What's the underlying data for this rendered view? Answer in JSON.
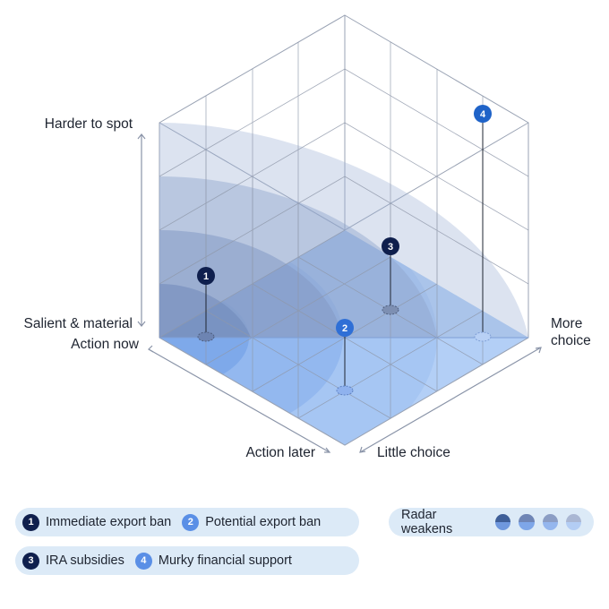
{
  "axes": {
    "vertical_top": "Harder to spot",
    "vertical_bottom": "Salient & material",
    "left_top": "Action now",
    "left_bottom": "Action later",
    "right_bottom": "Little choice",
    "right_top_line1": "More",
    "right_top_line2": "choice"
  },
  "markers": [
    {
      "number": "1",
      "label": "Immediate export ban",
      "color": "#0f1f4d"
    },
    {
      "number": "2",
      "label": "Potential export ban",
      "color": "#2f6fd6"
    },
    {
      "number": "3",
      "label": "IRA subsidies",
      "color": "#0f1f4d"
    },
    {
      "number": "4",
      "label": "Murky financial support",
      "color": "#1f63c8"
    }
  ],
  "legend": {
    "radar_label": "Radar weakens"
  },
  "colors": {
    "dark_marker": "#0f1f4d",
    "blue_marker": "#2f6fd6",
    "floor": "#a9c8f4",
    "radar_band": "#9aaed3",
    "legend_bg": "#dceaf7"
  }
}
